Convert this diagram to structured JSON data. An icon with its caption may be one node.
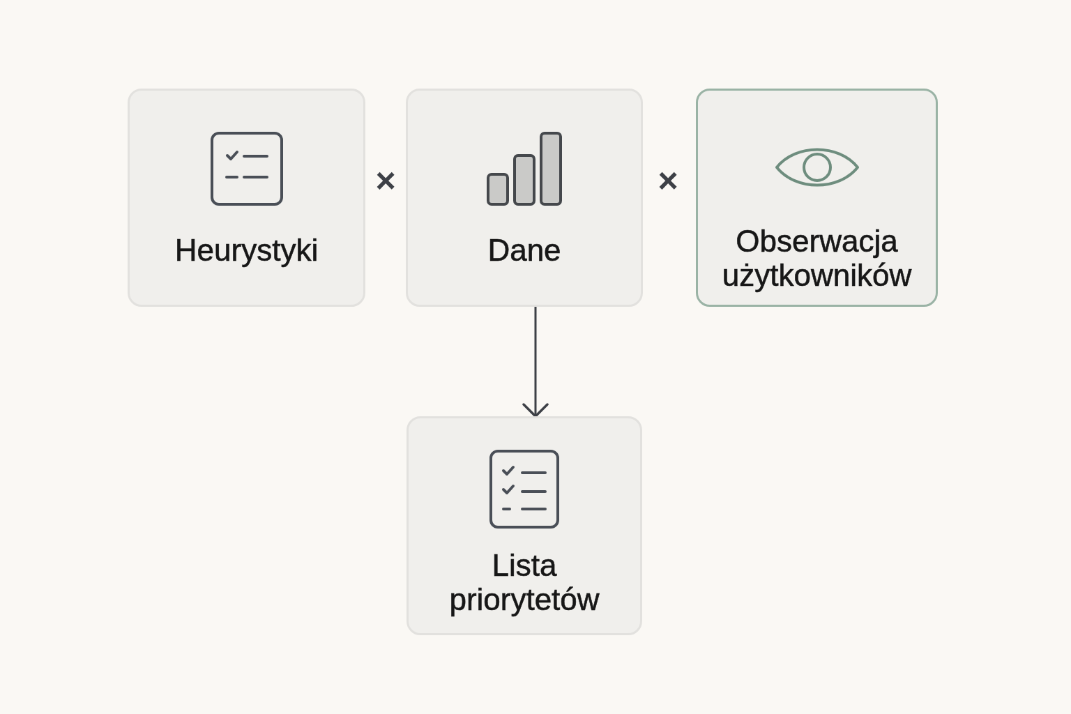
{
  "diagram": {
    "nodes": [
      {
        "text": [
          "Heurystyki"
        ]
      },
      {
        "text": [
          "Dane"
        ]
      },
      {
        "text": [
          "Obserwacja użytkowników"
        ]
      },
      {
        "text": [
          "Lista priorytetów"
        ]
      }
    ],
    "edges": [
      {
        "from": 1,
        "to": 3,
        "arrow": "to"
      }
    ],
    "labels": [
      "×",
      "×"
    ]
  }
}
